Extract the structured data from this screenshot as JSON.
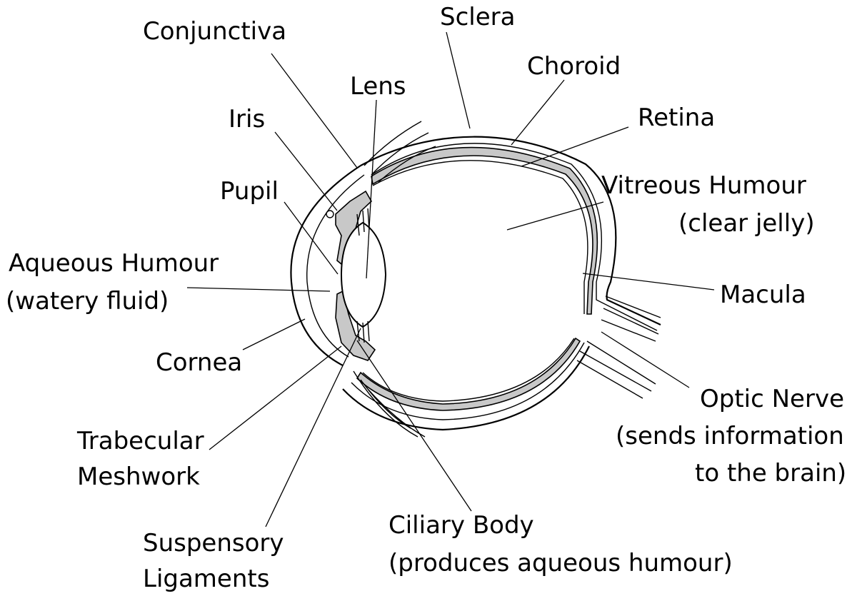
{
  "labels": {
    "conjunctiva": "Conjunctiva",
    "sclera": "Sclera",
    "choroid": "Choroid",
    "lens": "Lens",
    "iris": "Iris",
    "retina": "Retina",
    "pupil": "Pupil",
    "vitreous_humour": {
      "line1": "Vitreous Humour",
      "line2": "(clear jelly)"
    },
    "aqueous_humour": {
      "line1": "Aqueous Humour",
      "line2": "(watery fluid)"
    },
    "macula": "Macula",
    "cornea": "Cornea",
    "optic_nerve": {
      "line1": "Optic Nerve",
      "line2": "(sends information",
      "line3": "to the brain)"
    },
    "trabecular_meshwork": {
      "line1": "Trabecular",
      "line2": "Meshwork"
    },
    "ciliary_body": {
      "line1": "Ciliary Body",
      "line2": "(produces aqueous humour)"
    },
    "suspensory_ligaments": {
      "line1": "Suspensory",
      "line2": "Ligaments"
    }
  },
  "colors": {
    "line": "#000000",
    "tissue_fill": "#c8c8c8",
    "background": "#ffffff"
  }
}
